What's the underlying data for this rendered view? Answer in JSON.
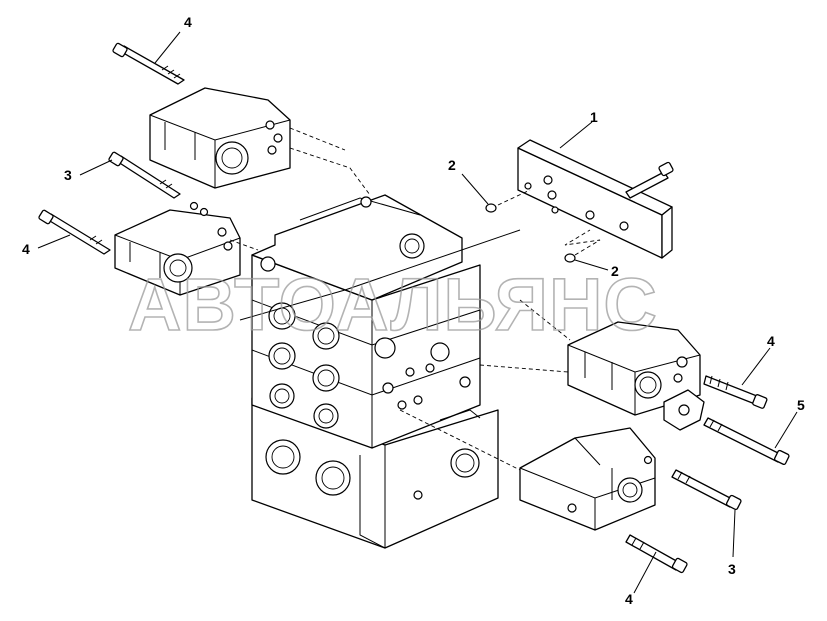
{
  "watermark": {
    "text": "АВТОАЛЬЯНС"
  },
  "callouts": [
    {
      "id": "c-top-4",
      "label": "4"
    },
    {
      "id": "c-left-3",
      "label": "3"
    },
    {
      "id": "c-left-4",
      "label": "4"
    },
    {
      "id": "c-right-1",
      "label": "1"
    },
    {
      "id": "c-upper-2",
      "label": "2"
    },
    {
      "id": "c-lower-2",
      "label": "2"
    },
    {
      "id": "c-right-4",
      "label": "4"
    },
    {
      "id": "c-right-5",
      "label": "5"
    },
    {
      "id": "c-bottom-3",
      "label": "3"
    },
    {
      "id": "c-bottom-4",
      "label": "4"
    }
  ]
}
